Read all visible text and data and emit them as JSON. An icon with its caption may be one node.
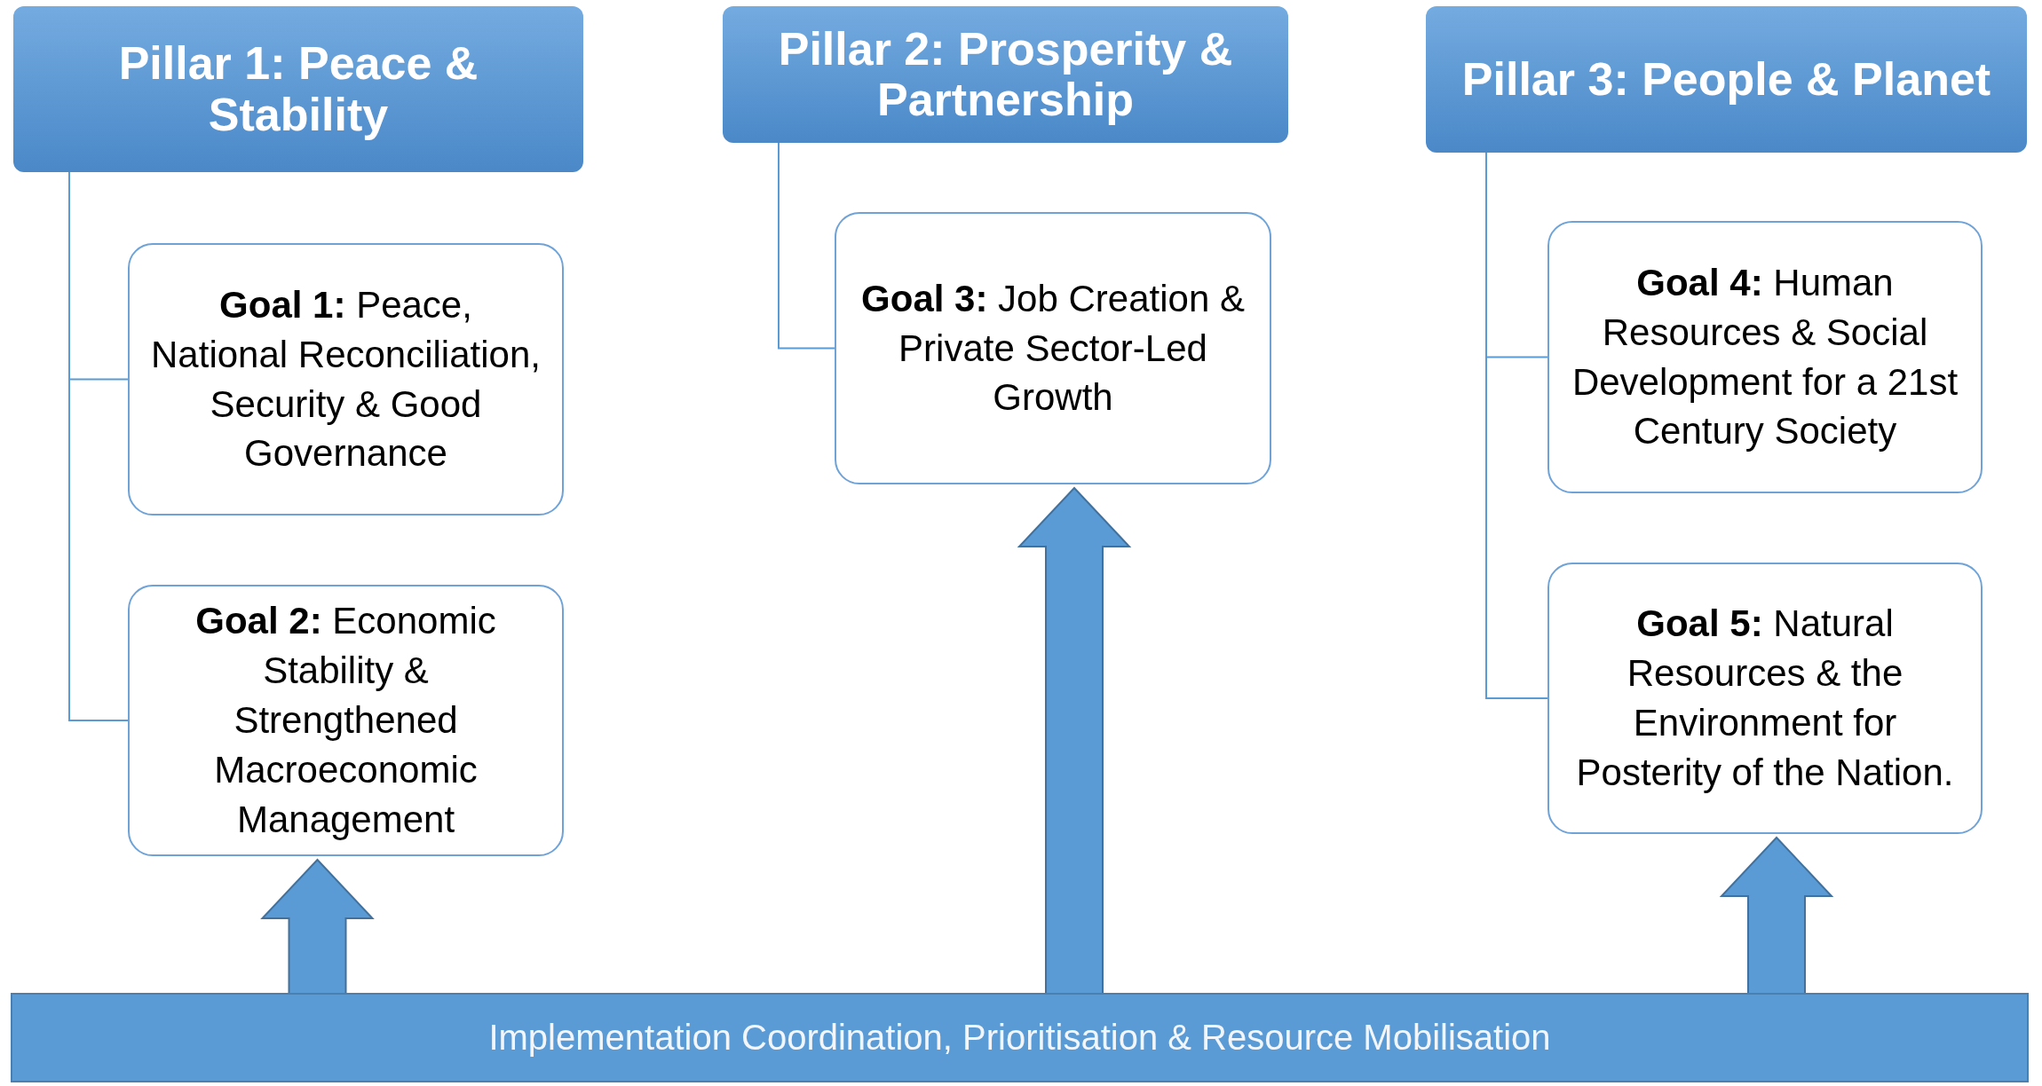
{
  "diagram": {
    "nodes": [
      {
        "text": [
          "Pillar 1: Peace & Stability"
        ]
      },
      {
        "text": [
          "**Goal 1:** Peace, National Reconciliation, Security & Good Governance"
        ]
      },
      {
        "text": [
          "**Goal 2:** Economic Stability & Strengthened Macroeconomic Management"
        ]
      },
      {
        "text": [
          "Pillar 2: Prosperity & Partnership"
        ]
      },
      {
        "text": [
          "**Goal 3:** Job Creation & Private Sector-Led Growth"
        ]
      },
      {
        "text": [
          "Pillar 3: People & Planet"
        ]
      },
      {
        "text": [
          "**Goal 4:** Human Resources & Social Development for a 21st Century Society"
        ]
      },
      {
        "text": [
          "**Goal 5:**  Natural Resources & the Environment for Posterity of the Nation."
        ]
      },
      {
        "text": [
          "Implementation Coordination, Prioritisation & Resource Mobilisation"
        ]
      }
    ],
    "edges": [
      {
        "from": 0,
        "to": 1,
        "arrow": "none"
      },
      {
        "from": 0,
        "to": 2,
        "arrow": "none"
      },
      {
        "from": 3,
        "to": 4,
        "arrow": "none"
      },
      {
        "from": 5,
        "to": 6,
        "arrow": "none"
      },
      {
        "from": 5,
        "to": 7,
        "arrow": "none"
      },
      {
        "from": 8,
        "to": 2,
        "arrow": "to",
        "style": "thick"
      },
      {
        "from": 8,
        "to": 4,
        "arrow": "to",
        "style": "thick"
      },
      {
        "from": 8,
        "to": 7,
        "arrow": "to",
        "style": "thick"
      }
    ]
  }
}
